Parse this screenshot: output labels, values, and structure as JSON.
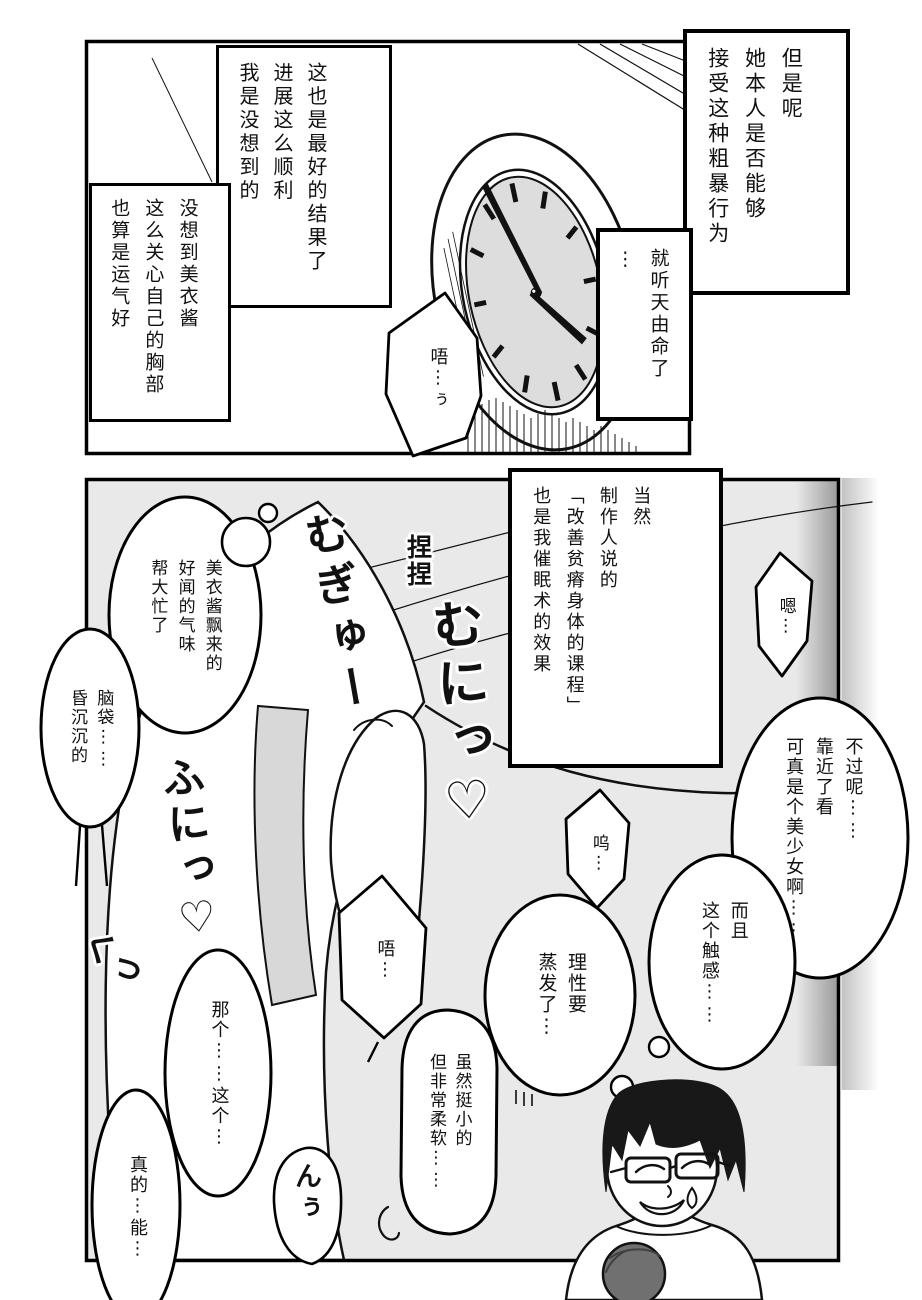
{
  "palette": {
    "ink": "#111111",
    "paper": "#ffffff",
    "panel_gray": "#e9e9e9",
    "screen_tone_gray": "#d8d8d8",
    "clock_face_gray": "#dddddd",
    "girl_hair_gray": "#707070"
  },
  "panel1": {
    "caption_but": "但是呢\n她本人是否能够\n接受这种粗暴行为",
    "caption_fate": "就听天由命了⋮",
    "caption_best": "这也是最好的结果了\n进展这么顺利\n我是没想到的",
    "caption_lucky": "没想到美衣酱\n这么关心自己的胸部\n也算是运气好",
    "bubble_groan": "唔⋮ぅ"
  },
  "panel2": {
    "caption_hypnosis": "当然\n制作人说的\n「改善贫瘠身体的课程」\n也是我催眠术的效果",
    "bubble_hum": "嗯⋮",
    "thought_closeup": "不过呢⋮⋮\n靠近了看\n可真是个美少女啊⋮⋮",
    "thought_touch": "而且\n这个触感⋮⋮",
    "bubble_moan": "呜⋮",
    "thought_reason": "理性要\n蒸发了⋮",
    "thought_soft": "虽然挺小的\n但非常柔软⋮⋮",
    "thought_scent": "美衣酱飘来的\n好闻的气味\n帮大忙了",
    "bubble_dizzy": "脑袋⋮⋮\n昏沉沉的",
    "bubble_mutter": "唔⋮",
    "bubble_hesitate": "那个⋮⋮这个⋮",
    "bubble_really": "真的⋮能⋮",
    "sfx": {
      "pinch": "捏捏",
      "mugyu": "むぎゅー",
      "munyu": "むにっ♡",
      "funi": "ふにっ♡",
      "ku": "くっ",
      "nn": "んぅ"
    }
  }
}
